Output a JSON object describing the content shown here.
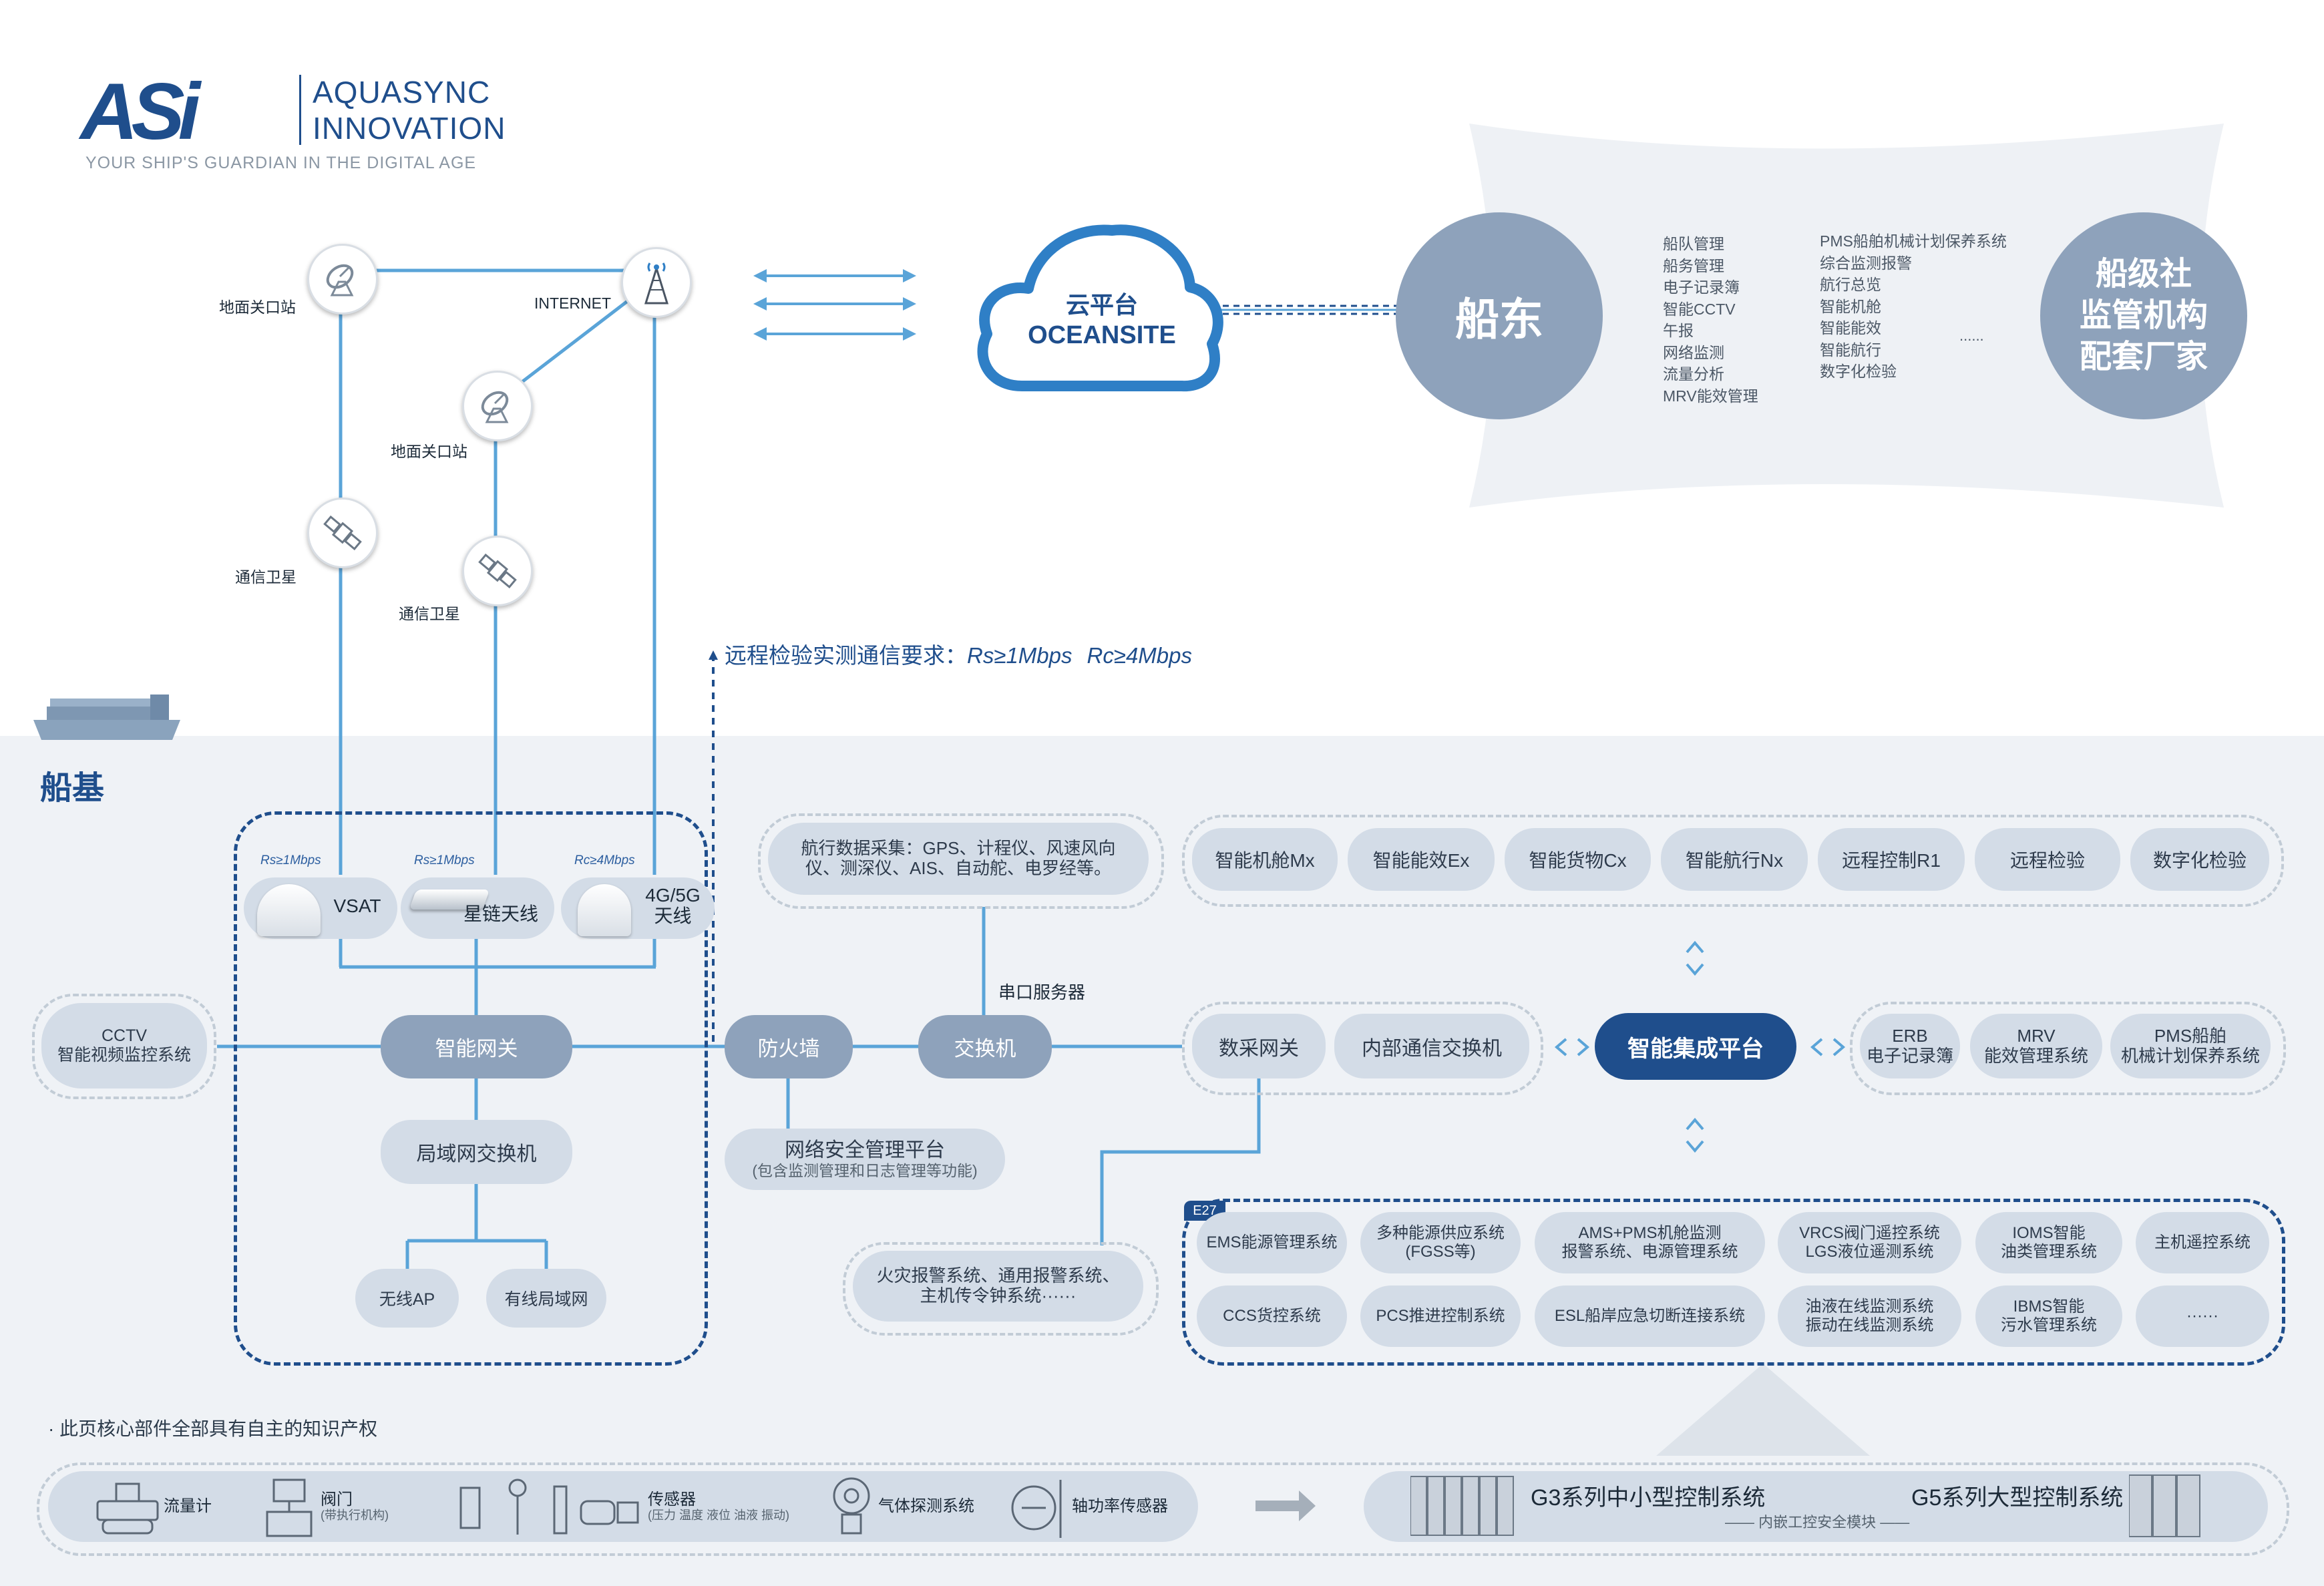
{
  "brand": {
    "logo_text": "ASi",
    "company_line1": "AQUASYNC",
    "company_line2": "INNOVATION",
    "tagline": "YOUR SHIP'S GUARDIAN IN THE DIGITAL AGE"
  },
  "colors": {
    "line_blue": "#5aa4d8",
    "navy": "#1f4e8c",
    "cloud_blue": "#2f7fc6",
    "pill_dark": "#8ea2bb",
    "pill_light": "#d3dce7",
    "ship_area": "#eff2f6",
    "stakeholder_circle": "#8ea2bb"
  },
  "shore": {
    "ground_station_1": "地面关口站",
    "internet": "INTERNET",
    "ground_station_2": "地面关口站",
    "satellite_1": "通信卫星",
    "satellite_2": "通信卫星"
  },
  "cloud": {
    "line1": "云平台",
    "line2": "OCEANSITE"
  },
  "owner": {
    "label": "船东",
    "functions_col1": [
      "船队管理",
      "船务管理",
      "电子记录簿",
      "智能CCTV",
      "午报",
      "网络监测",
      "流量分析",
      "MRV能效管理"
    ],
    "functions_col2": [
      "PMS船舶机械计划保养系统",
      "综合监测报警",
      "航行总览",
      "智能机舱",
      "智能能效",
      "智能航行",
      "数字化检验"
    ],
    "ellipsis": "......"
  },
  "class_society": {
    "line1": "船级社",
    "line2": "监管机构",
    "line3": "配套厂家"
  },
  "remote_requirement": {
    "prefix": "远程检验实测通信要求：",
    "rs": "Rs≥1Mbps",
    "rc": "Rc≥4Mbps"
  },
  "ship": {
    "title": "船基",
    "antennas": [
      {
        "speed": "Rs≥1Mbps",
        "label": "VSAT"
      },
      {
        "speed": "Rs≥1Mbps",
        "label": "星链天线"
      },
      {
        "speed": "Rc≥4Mbps",
        "label": "4G/5G 天线"
      }
    ],
    "cctv": {
      "line1": "CCTV",
      "line2": "智能视频监控系统"
    },
    "gateway": "智能网关",
    "lan_switch": "局域网交换机",
    "wifi_ap": "无线AP",
    "wired_lan": "有线局域网",
    "firewall": "防火墙",
    "switch": "交换机",
    "serial_server": "串口服务器",
    "nav_data": {
      "line1": "航行数据采集：GPS、计程仪、风速风向",
      "line2": "仪、测深仪、AIS、自动舵、电罗经等。"
    },
    "security_platform": {
      "line1": "网络安全管理平台",
      "line2": "(包含监测管理和日志管理等功能)"
    },
    "fire_alarm": {
      "line1": "火灾报警系统、通用报警系统、",
      "line2": "主机传令钟系统······"
    },
    "smart_modules": [
      "智能机舱Mx",
      "智能能效Ex",
      "智能货物Cx",
      "智能航行Nx",
      "远程控制R1",
      "远程检验",
      "数字化检验"
    ],
    "data_gateway": "数采网关",
    "internal_switch": "内部通信交换机",
    "platform": "智能集成平台",
    "right_systems": [
      {
        "line1": "ERB",
        "line2": "电子记录簿"
      },
      {
        "line1": "MRV",
        "line2": "能效管理系统"
      },
      {
        "line1": "PMS船舶",
        "line2": "机械计划保养系统"
      }
    ],
    "e27_tag": "E27",
    "e27_row1": [
      {
        "line1": "EMS能源管理系统",
        "line2": ""
      },
      {
        "line1": "多种能源供应系统",
        "line2": "(FGSS等)"
      },
      {
        "line1": "AMS+PMS机舱监测",
        "line2": "报警系统、电源管理系统"
      },
      {
        "line1": "VRCS阀门遥控系统",
        "line2": "LGS液位遥测系统"
      },
      {
        "line1": "IOMS智能",
        "line2": "油类管理系统"
      },
      {
        "line1": "主机遥控系统",
        "line2": ""
      }
    ],
    "e27_row2": [
      {
        "line1": "CCS货控系统",
        "line2": ""
      },
      {
        "line1": "PCS推进控制系统",
        "line2": ""
      },
      {
        "line1": "ESL船岸应急切断连接系统",
        "line2": ""
      },
      {
        "line1": "油液在线监测系统",
        "line2": "振动在线监测系统"
      },
      {
        "line1": "IBMS智能",
        "line2": "污水管理系统"
      },
      {
        "line1": "······",
        "line2": ""
      }
    ]
  },
  "footnote": "· 此页核心部件全部具有自主的知识产权",
  "bottom_devices": [
    {
      "label": "流量计",
      "sub": ""
    },
    {
      "label": "阀门",
      "sub": "(带执行机构)"
    },
    {
      "label": "传感器",
      "sub": "(压力 温度 液位 油液 振动)"
    },
    {
      "label": "气体探测系统",
      "sub": ""
    },
    {
      "label": "轴功率传感器",
      "sub": ""
    }
  ],
  "control_systems": {
    "g3": "G3系列中小型控制系统",
    "g5": "G5系列大型控制系统",
    "embedded": "—— 内嵌工控安全模块 ——"
  }
}
